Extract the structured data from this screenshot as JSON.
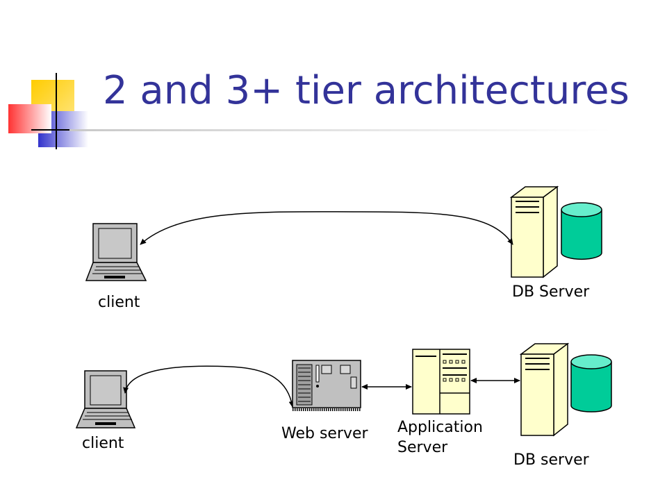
{
  "slide": {
    "title": "2 and 3+ tier architectures",
    "accent_color": "#333399"
  },
  "two_tier": {
    "client_label": "client",
    "db_server_label": "DB Server"
  },
  "three_tier": {
    "client_label": "client",
    "web_server_label": "Web server",
    "app_server_label_line1": "Application",
    "app_server_label_line2": "Server",
    "db_server_label": "DB server"
  },
  "colors": {
    "server_fill": "#ffffcc",
    "database_fill": "#00cc99",
    "database_top": "#66eecc",
    "laptop_fill": "#c0c0c0",
    "web_server_fill": "#c0c0c0"
  }
}
